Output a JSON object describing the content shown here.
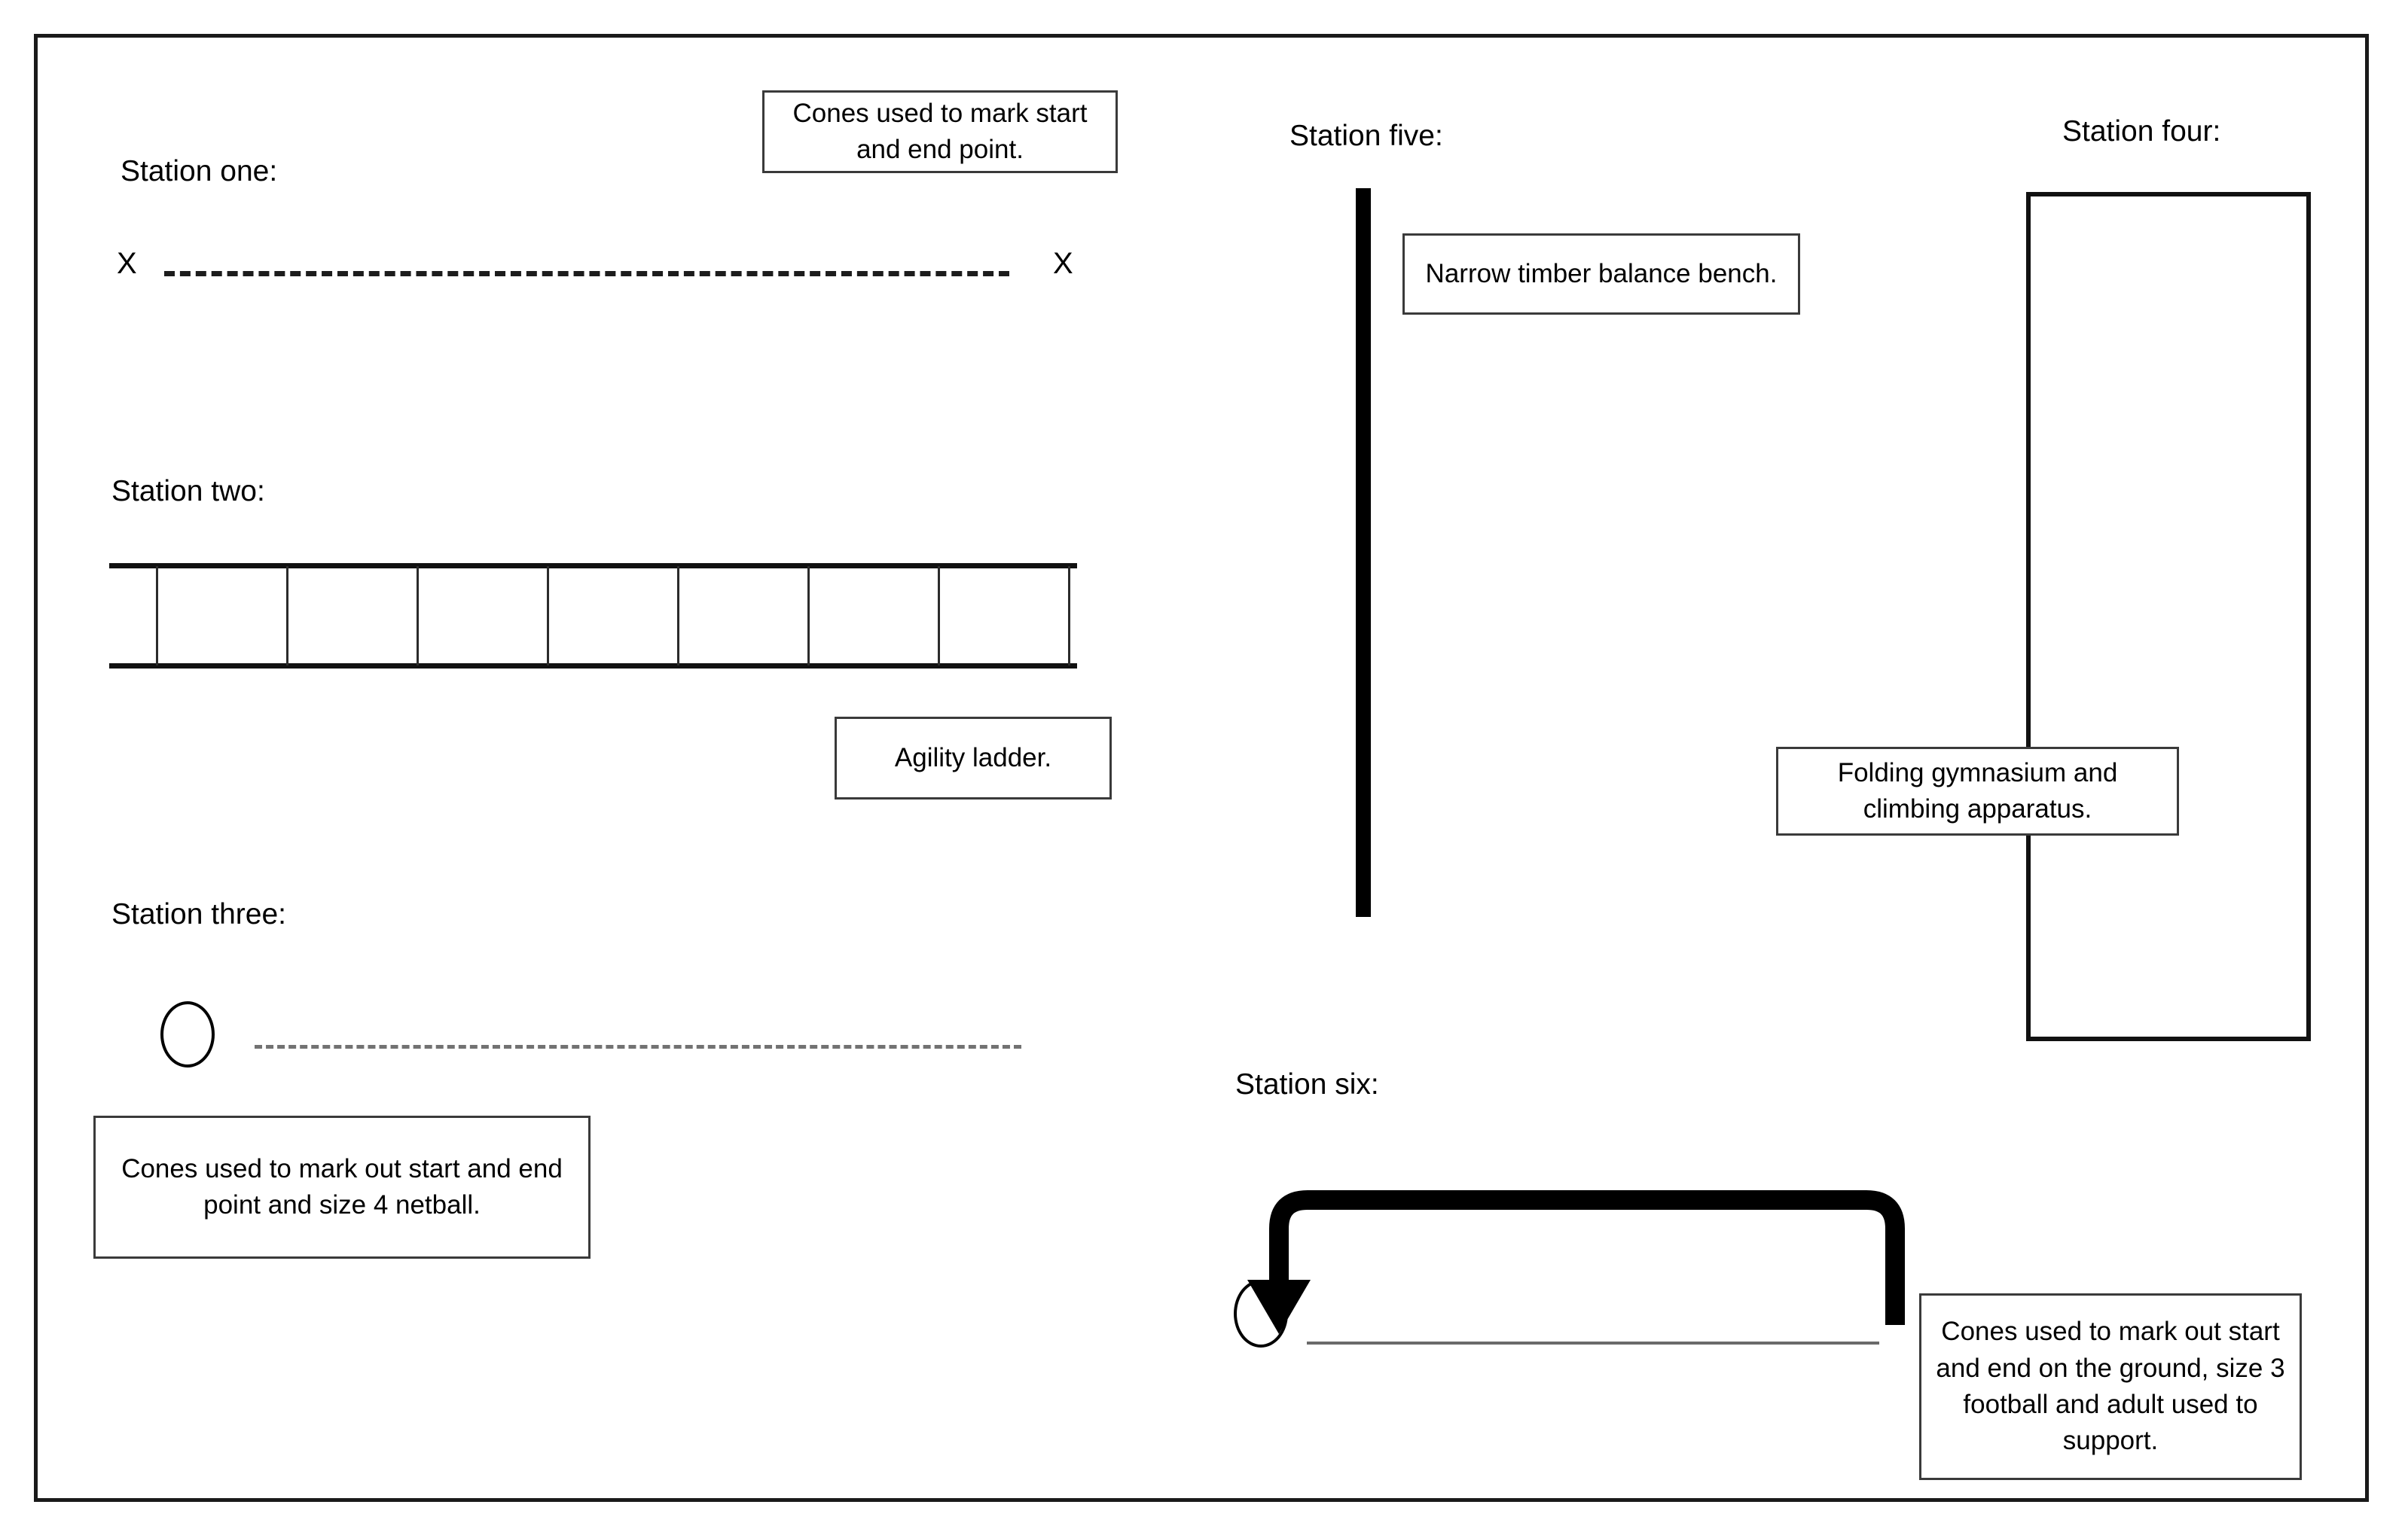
{
  "diagram": {
    "title_visible": false,
    "stations": [
      {
        "id": "one",
        "label": "Station one:",
        "start_marker": "X",
        "end_marker": "X",
        "callout": "Cones used to mark start and end point."
      },
      {
        "id": "two",
        "label": "Station two:",
        "callout": "Agility ladder.",
        "ladder_rungs": 8,
        "ladder_cells": 7
      },
      {
        "id": "three",
        "label": "Station three:",
        "callout": "Cones used to mark out start and end point and size 4 netball."
      },
      {
        "id": "four",
        "label": "Station four:",
        "callout": "Folding gymnasium and climbing apparatus."
      },
      {
        "id": "five",
        "label": "Station five:",
        "callout": "Narrow timber balance bench."
      },
      {
        "id": "six",
        "label": "Station six:",
        "callout": "Cones used to mark out start and end on the ground, size 3 football and adult used to support."
      }
    ]
  },
  "colors": {
    "stroke": "#000000",
    "callout_border": "#3a3a3a",
    "page_border": "#1a1a1a",
    "ground_line": "#6a6a6a",
    "background": "#ffffff"
  }
}
